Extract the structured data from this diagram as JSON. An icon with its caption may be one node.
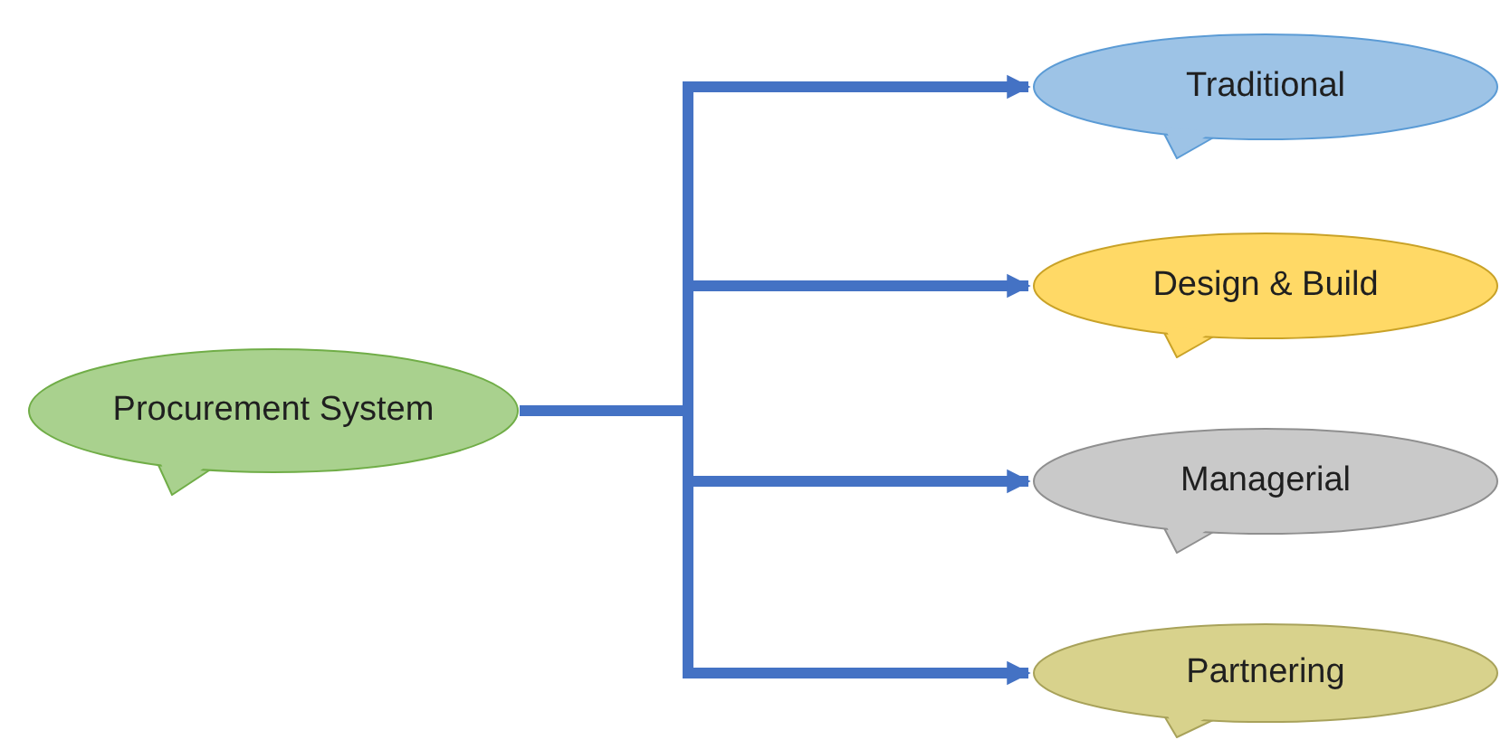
{
  "diagram": {
    "nodes": [
      {
        "text": [
          "Procurement System"
        ]
      },
      {
        "text": [
          "Traditional"
        ]
      },
      {
        "text": [
          "Design & Build"
        ]
      },
      {
        "text": [
          "Managerial"
        ]
      },
      {
        "text": [
          "Partnering"
        ]
      }
    ],
    "edges": [
      {
        "from": 0,
        "to": 1,
        "arrow": "to"
      },
      {
        "from": 0,
        "to": 2,
        "arrow": "to"
      },
      {
        "from": 0,
        "to": 3,
        "arrow": "to"
      },
      {
        "from": 0,
        "to": 4,
        "arrow": "to"
      }
    ]
  }
}
